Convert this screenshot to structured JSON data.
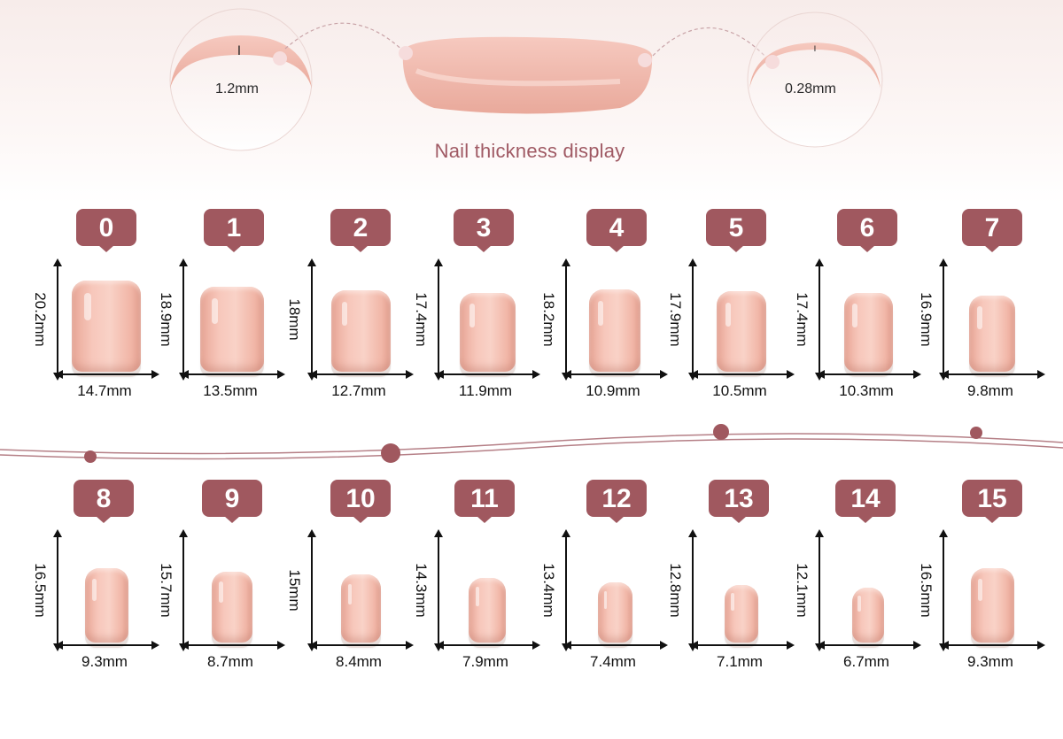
{
  "thickness": {
    "title": "Nail thickness display",
    "left_value": "1.2mm",
    "right_value": "0.28mm"
  },
  "sizes": [
    {
      "number": "0",
      "length": "20.2mm",
      "width": "14.7mm"
    },
    {
      "number": "1",
      "length": "18.9mm",
      "width": "13.5mm"
    },
    {
      "number": "2",
      "length": "18mm",
      "width": "12.7mm"
    },
    {
      "number": "3",
      "length": "17.4mm",
      "width": "11.9mm"
    },
    {
      "number": "4",
      "length": "18.2mm",
      "width": "10.9mm"
    },
    {
      "number": "5",
      "length": "17.9mm",
      "width": "10.5mm"
    },
    {
      "number": "6",
      "length": "17.4mm",
      "width": "10.3mm"
    },
    {
      "number": "7",
      "length": "16.9mm",
      "width": "9.8mm"
    },
    {
      "number": "8",
      "length": "16.5mm",
      "width": "9.3mm"
    },
    {
      "number": "9",
      "length": "15.7mm",
      "width": "8.7mm"
    },
    {
      "number": "10",
      "length": "15mm",
      "width": "8.4mm"
    },
    {
      "number": "11",
      "length": "14.3mm",
      "width": "7.9mm"
    },
    {
      "number": "12",
      "length": "13.4mm",
      "width": "7.4mm"
    },
    {
      "number": "13",
      "length": "12.8mm",
      "width": "7.1mm"
    },
    {
      "number": "14",
      "length": "12.1mm",
      "width": "6.7mm"
    },
    {
      "number": "15",
      "length": "16.5mm",
      "width": "9.3mm"
    }
  ],
  "colors": {
    "badge": "#a0585f",
    "title": "#a05a64",
    "nail": "#f4bcae",
    "divider": "#b57f86"
  }
}
